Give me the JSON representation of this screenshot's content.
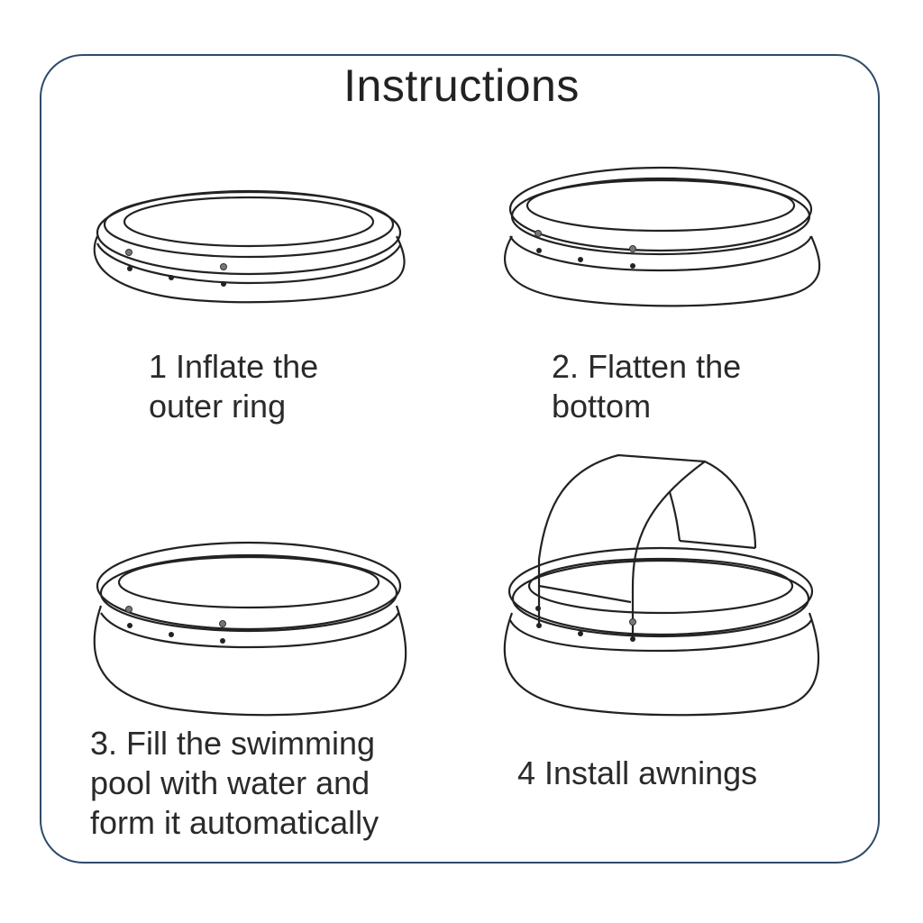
{
  "title": "Instructions",
  "steps": [
    {
      "caption": "1 Inflate the\nouter ring",
      "illustration": "inflated-ring-icon"
    },
    {
      "caption": "2. Flatten the\nbottom",
      "illustration": "flattened-pool-icon"
    },
    {
      "caption": "3. Fill the swimming\npool with water and\nform it automatically",
      "illustration": "filled-pool-icon"
    },
    {
      "caption": "4 Install awnings",
      "illustration": "pool-with-awning-icon"
    }
  ],
  "colors": {
    "frame": "#2f4a6b",
    "line": "#222222",
    "text": "#2a2a2a"
  }
}
